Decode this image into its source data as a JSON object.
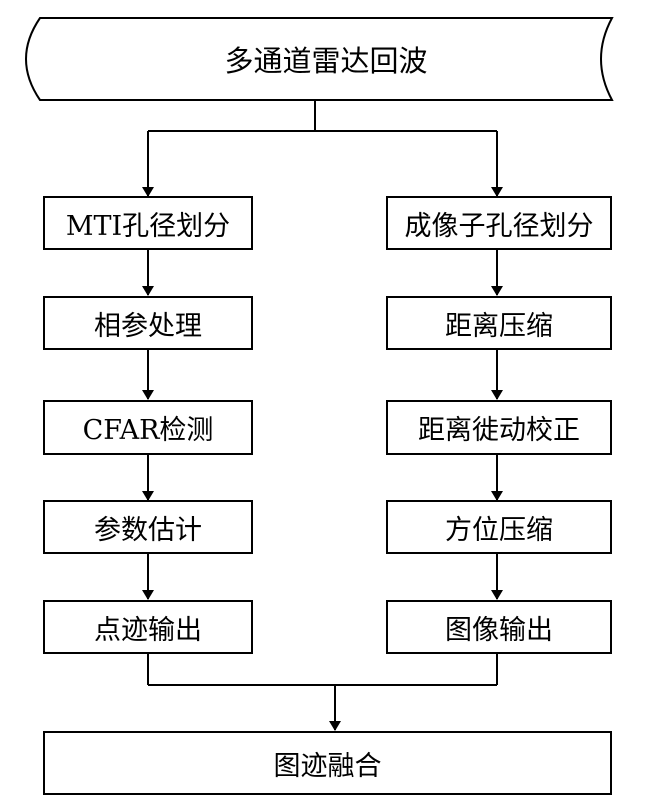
{
  "diagram": {
    "source": {
      "label": "多通道雷达回波"
    },
    "left_branch": [
      "MTI孔径划分",
      "相参处理",
      "CFAR检测",
      "参数估计",
      "点迹输出"
    ],
    "right_branch": [
      "成像子孔径划分",
      "距离压缩",
      "距离徙动校正",
      "方位压缩",
      "图像输出"
    ],
    "merge": {
      "label": "图迹融合"
    }
  }
}
